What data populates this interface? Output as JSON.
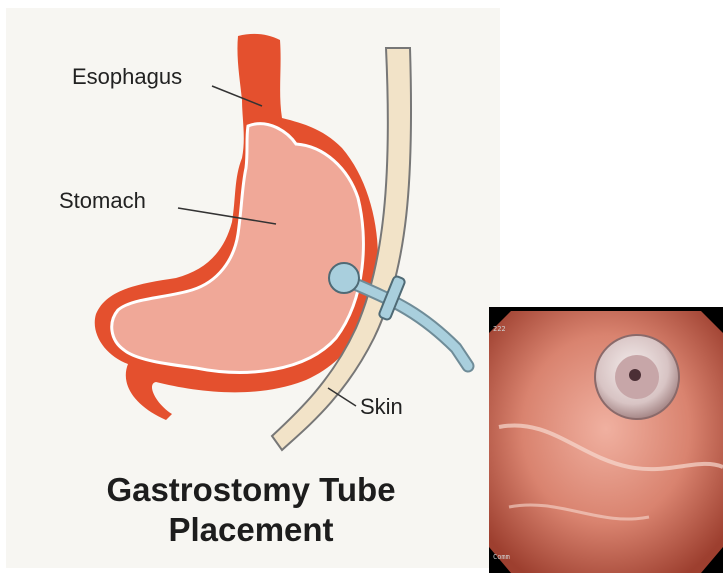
{
  "diagram": {
    "labels": {
      "esophagus": "Esophagus",
      "stomach": "Stomach",
      "skin": "Skin"
    },
    "title_line1": "Gastrostomy Tube",
    "title_line2": "Placement",
    "colors": {
      "esophagus_red": "#e4502e",
      "stomach_pink": "#f0a898",
      "skin_tan": "#f2e3c8",
      "tube_blue": "#a9cfdd",
      "background": "#f7f6f2"
    }
  },
  "endoscopy_photo": {
    "corner_text_top": "222",
    "corner_text_bottom": "Comm"
  }
}
